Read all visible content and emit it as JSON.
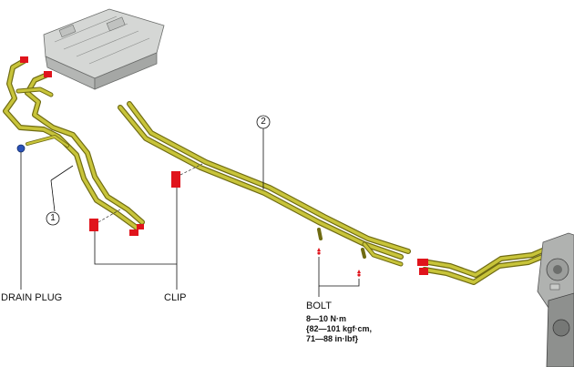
{
  "callouts": {
    "part1": "1",
    "part2": "2"
  },
  "labels": {
    "drain_plug": "DRAIN PLUG",
    "clip": "CLIP",
    "bolt": "BOLT"
  },
  "torque_spec": {
    "line1": "8—10 N·m",
    "line2": "{82—101  kgf·cm,",
    "line3": "71—88 in·lbf}"
  },
  "colors": {
    "hose": "#c8c43a",
    "hose_dark": "#6f6b12",
    "clip_red": "#e0141c",
    "drain_plug": "#2a52b8",
    "component_gray": "#c9cbc9"
  }
}
